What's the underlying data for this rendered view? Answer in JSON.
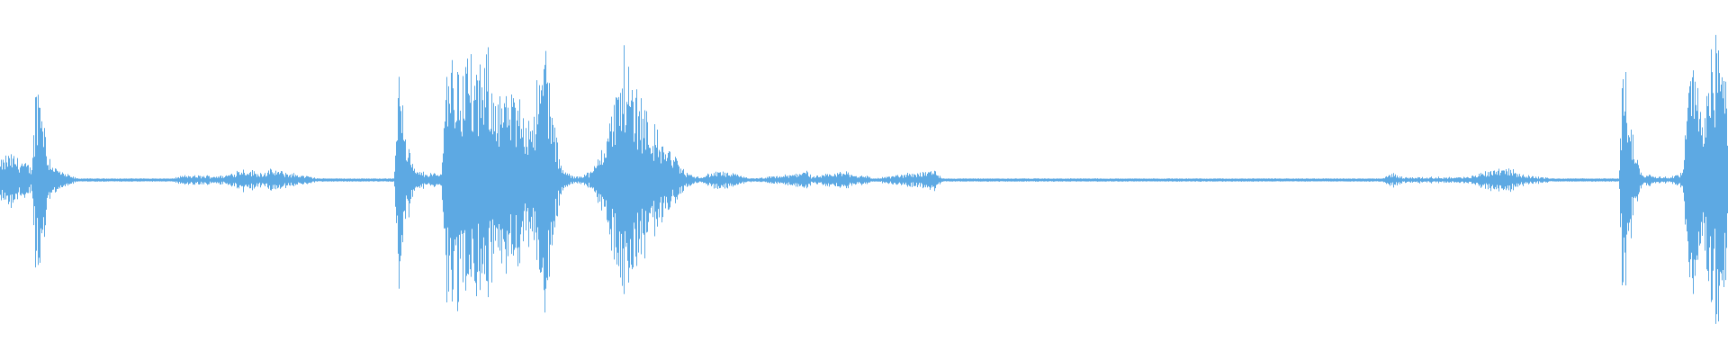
{
  "waveform": {
    "color": "#5DA9E3",
    "background": "#FFFFFF",
    "peak_envelope": [
      [
        0.0,
        0.12
      ],
      [
        0.005,
        0.18
      ],
      [
        0.012,
        0.14
      ],
      [
        0.018,
        0.08
      ],
      [
        0.021,
        0.7
      ],
      [
        0.024,
        0.65
      ],
      [
        0.027,
        0.2
      ],
      [
        0.031,
        0.1
      ],
      [
        0.036,
        0.05
      ],
      [
        0.045,
        0.01
      ],
      [
        0.1,
        0.01
      ],
      [
        0.105,
        0.03
      ],
      [
        0.13,
        0.03
      ],
      [
        0.14,
        0.08
      ],
      [
        0.15,
        0.05
      ],
      [
        0.158,
        0.07
      ],
      [
        0.166,
        0.05
      ],
      [
        0.172,
        0.04
      ],
      [
        0.185,
        0.01
      ],
      [
        0.228,
        0.01
      ],
      [
        0.231,
        0.96
      ],
      [
        0.235,
        0.3
      ],
      [
        0.24,
        0.06
      ],
      [
        0.255,
        0.04
      ],
      [
        0.259,
        0.92
      ],
      [
        0.264,
        0.78
      ],
      [
        0.27,
        0.86
      ],
      [
        0.276,
        0.7
      ],
      [
        0.282,
        0.8
      ],
      [
        0.288,
        0.62
      ],
      [
        0.294,
        0.55
      ],
      [
        0.3,
        0.55
      ],
      [
        0.306,
        0.45
      ],
      [
        0.312,
        0.65
      ],
      [
        0.316,
        1.0
      ],
      [
        0.32,
        0.4
      ],
      [
        0.325,
        0.08
      ],
      [
        0.332,
        0.02
      ],
      [
        0.343,
        0.06
      ],
      [
        0.35,
        0.3
      ],
      [
        0.356,
        0.55
      ],
      [
        0.361,
        0.88
      ],
      [
        0.366,
        0.65
      ],
      [
        0.372,
        0.55
      ],
      [
        0.378,
        0.35
      ],
      [
        0.384,
        0.25
      ],
      [
        0.39,
        0.18
      ],
      [
        0.396,
        0.06
      ],
      [
        0.403,
        0.02
      ],
      [
        0.416,
        0.06
      ],
      [
        0.425,
        0.04
      ],
      [
        0.436,
        0.01
      ],
      [
        0.46,
        0.04
      ],
      [
        0.466,
        0.08
      ],
      [
        0.47,
        0.02
      ],
      [
        0.484,
        0.05
      ],
      [
        0.49,
        0.06
      ],
      [
        0.496,
        0.03
      ],
      [
        0.5,
        0.04
      ],
      [
        0.505,
        0.01
      ],
      [
        0.541,
        0.07
      ],
      [
        0.546,
        0.01
      ],
      [
        0.8,
        0.01
      ],
      [
        0.806,
        0.05
      ],
      [
        0.812,
        0.02
      ],
      [
        0.85,
        0.02
      ],
      [
        0.862,
        0.07
      ],
      [
        0.872,
        0.09
      ],
      [
        0.878,
        0.05
      ],
      [
        0.885,
        0.03
      ],
      [
        0.9,
        0.01
      ],
      [
        0.937,
        0.01
      ],
      [
        0.94,
        0.96
      ],
      [
        0.944,
        0.35
      ],
      [
        0.95,
        0.05
      ],
      [
        0.965,
        0.02
      ],
      [
        0.974,
        0.05
      ],
      [
        0.979,
        0.9
      ],
      [
        0.984,
        0.55
      ],
      [
        0.989,
        0.75
      ],
      [
        0.994,
        0.95
      ],
      [
        0.998,
        1.0
      ],
      [
        1.0,
        0.6
      ]
    ]
  }
}
